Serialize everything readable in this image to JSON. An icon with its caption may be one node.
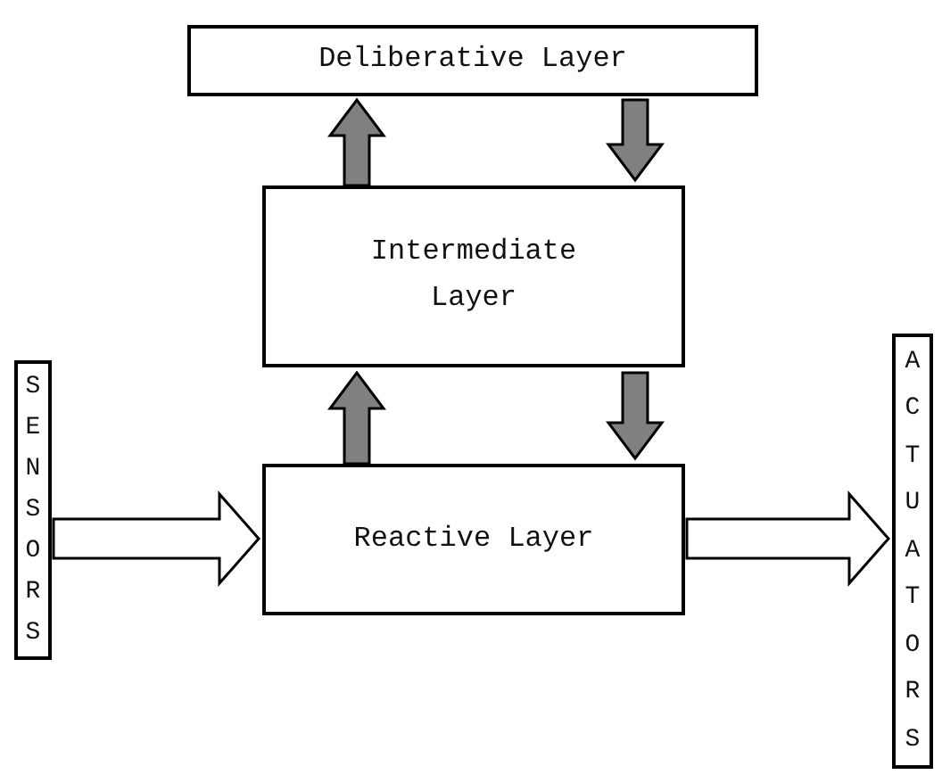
{
  "diagram": {
    "nodes": [
      {
        "text": [
          "Deliberative Layer"
        ]
      },
      {
        "text": [
          "Intermediate Layer"
        ]
      },
      {
        "text": [
          "Reactive Layer"
        ]
      },
      {
        "text": [
          "SENSORS"
        ]
      },
      {
        "text": [
          "ACTUATORS"
        ]
      }
    ],
    "edges": [
      {
        "from": 1,
        "to": 0,
        "arrow": "to",
        "color": "#808080"
      },
      {
        "from": 0,
        "to": 1,
        "arrow": "to",
        "color": "#808080"
      },
      {
        "from": 2,
        "to": 1,
        "arrow": "to",
        "color": "#808080"
      },
      {
        "from": 1,
        "to": 2,
        "arrow": "to",
        "color": "#808080"
      },
      {
        "from": 3,
        "to": 2,
        "arrow": "to"
      },
      {
        "from": 2,
        "to": 4,
        "arrow": "to"
      }
    ]
  }
}
